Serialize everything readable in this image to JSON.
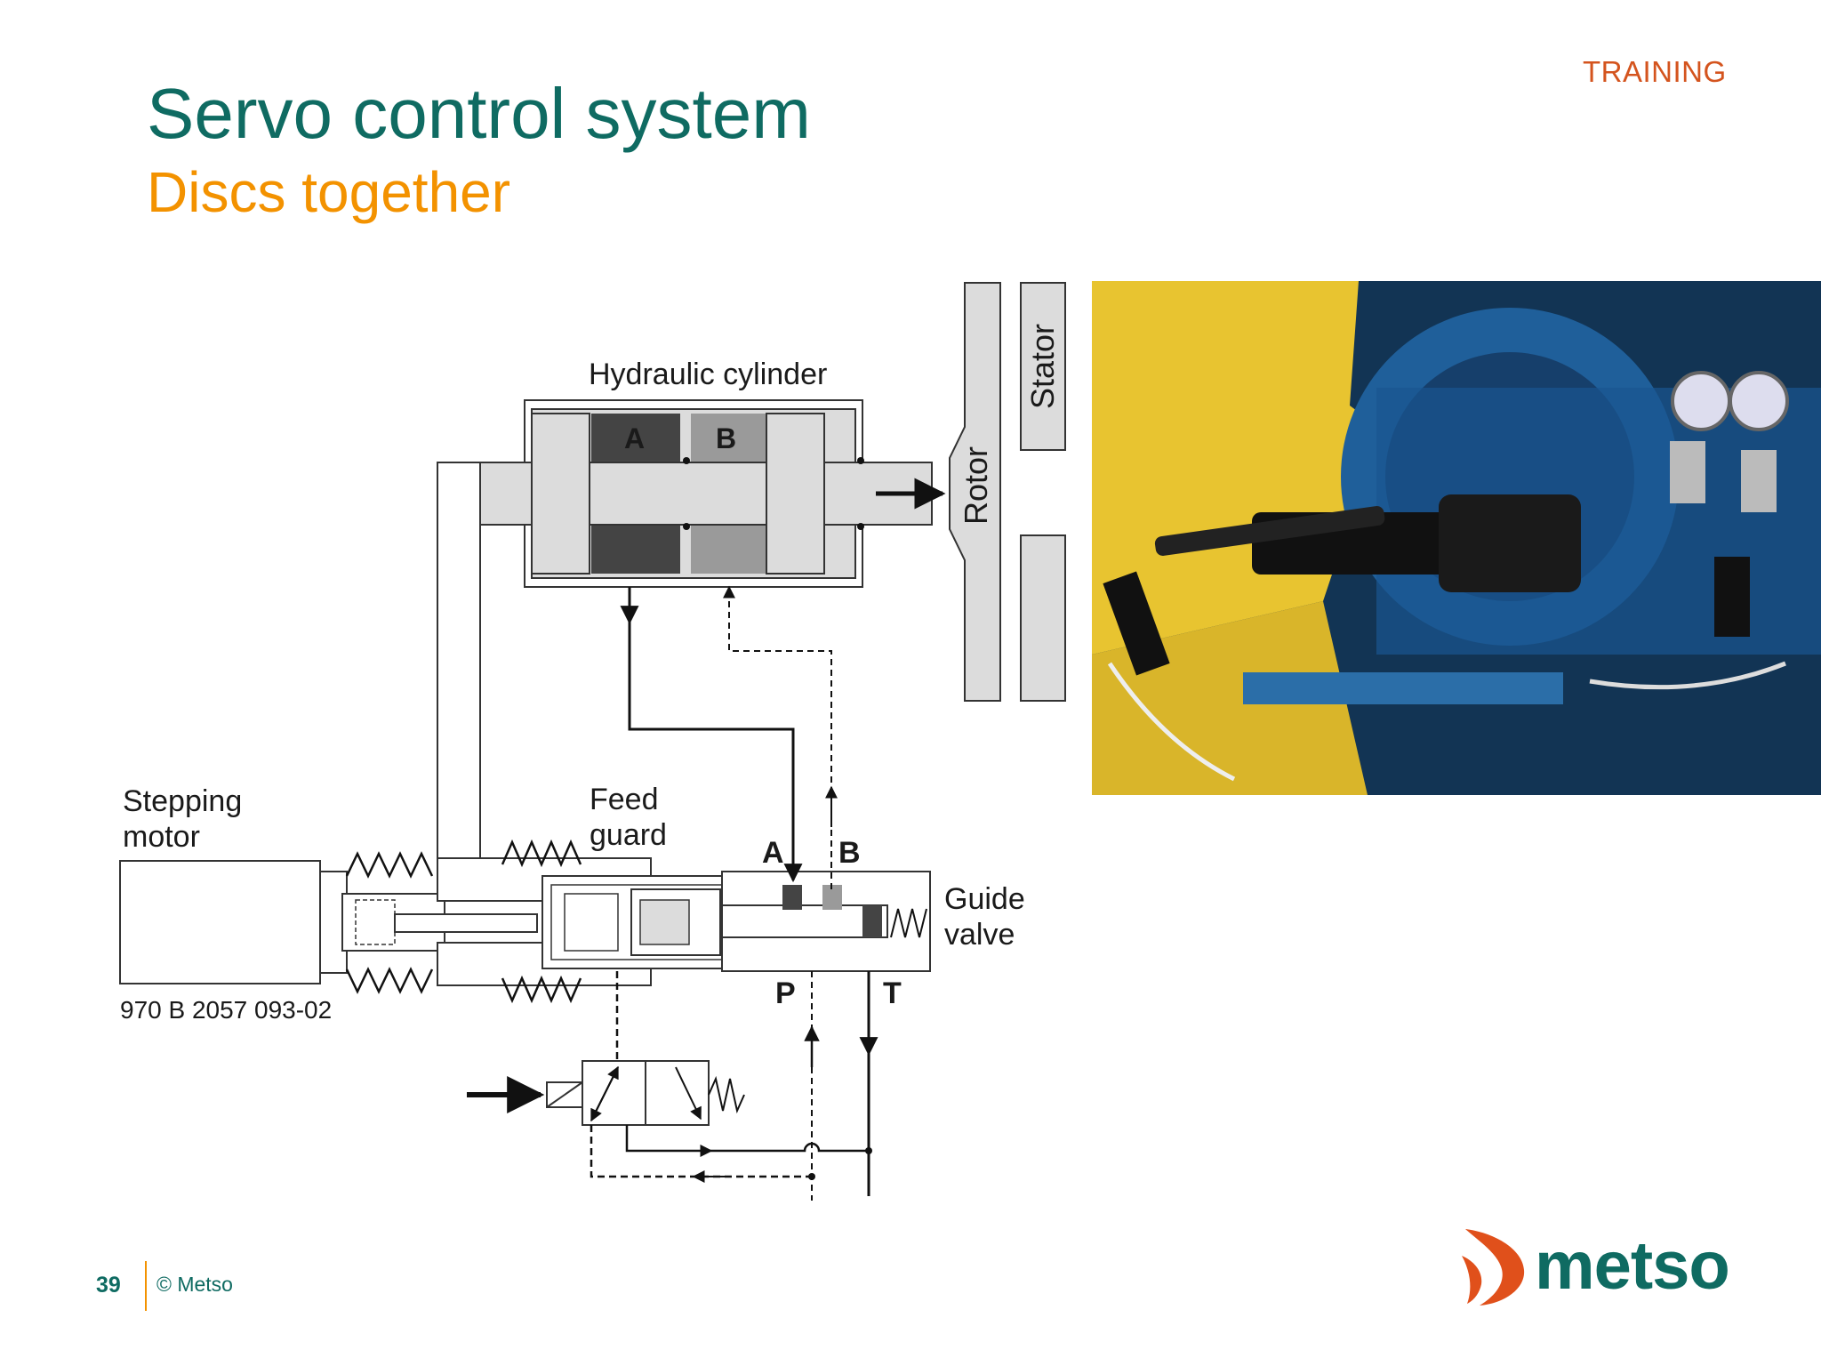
{
  "header": {
    "tag": "TRAINING",
    "title": "Servo control system",
    "subtitle": "Discs together"
  },
  "diagram": {
    "cylinder_label": "Hydraulic cylinder",
    "chamber_a": "A",
    "chamber_b": "B",
    "rotor_label": "Rotor",
    "stator_label": "Stator",
    "motor_label_line1": "Stepping",
    "motor_label_line2": "motor",
    "feed_guard_line1": "Feed",
    "feed_guard_line2": "guard",
    "guide_valve_line1": "Guide",
    "guide_valve_line2": "valve",
    "port_a": "A",
    "port_b": "B",
    "port_p": "P",
    "port_t": "T",
    "drawing_number": "970 B 2057 093-02"
  },
  "footer": {
    "page_number": "39",
    "copyright": "© Metso",
    "logo_text": "metso"
  },
  "colors": {
    "title": "#0f6b62",
    "subtitle": "#f39200",
    "tag": "#d4541e",
    "logo_accent": "#e0501b"
  }
}
